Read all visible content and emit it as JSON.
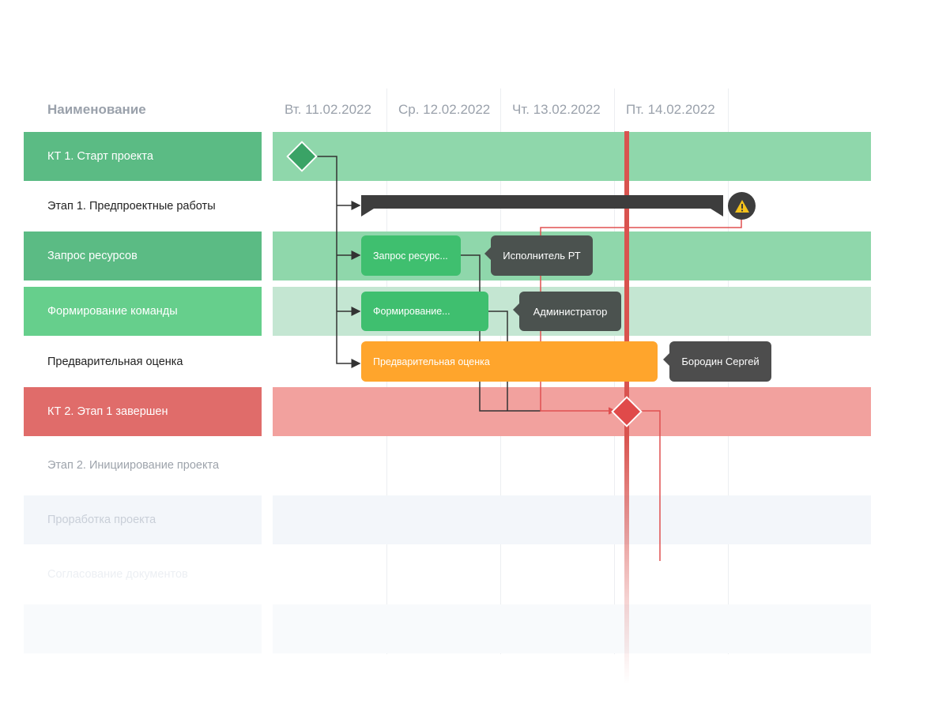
{
  "header": {
    "name_label": "Наименование",
    "dates": [
      "Вт. 11.02.2022",
      "Ср. 12.02.2022",
      "Чт. 13.02.2022",
      "Пт. 14.02.2022"
    ]
  },
  "rows": [
    {
      "label": "КТ 1. Старт проекта"
    },
    {
      "label": "Этап 1. Предпроектные работы"
    },
    {
      "label": "Запрос ресурсов"
    },
    {
      "label": "Формирование команды"
    },
    {
      "label": "Предварительная оценка"
    },
    {
      "label": "КТ 2. Этап 1 завершен"
    },
    {
      "label": "Этап 2. Инициирование проекта"
    },
    {
      "label": "Проработка проекта"
    },
    {
      "label": "Согласование документов"
    }
  ],
  "tasks": {
    "resources": "Запрос ресурс...",
    "team": "Формирование...",
    "estimate": "Предварительная оценка"
  },
  "assignees": {
    "resources": "Исполнитель РТ",
    "team": "Администратор",
    "estimate": "Бородин Сергей"
  },
  "colors": {
    "milestone_green": "#5bbb84",
    "band_green": "#8fd7ab",
    "task_green": "#3fbf6f",
    "band_light_green": "#c4e6d2",
    "orange": "#ffa52c",
    "red": "#e06c6a",
    "band_red": "#f2a19e",
    "today_line": "#d9534f"
  },
  "icons": {
    "warning": "warning-icon"
  }
}
